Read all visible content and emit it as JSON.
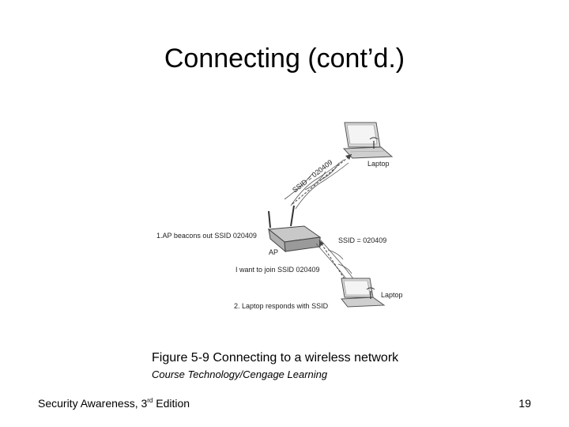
{
  "slide": {
    "title": "Connecting (cont’d.)",
    "caption": "Figure 5-9 Connecting to a wireless network",
    "credit": "Course Technology/Cengage Learning",
    "footer_text": "Security Awareness, 3",
    "footer_sup": "rd",
    "footer_text_end": " Edition",
    "page_number": "19"
  },
  "diagram": {
    "laptop_top_label": "Laptop",
    "laptop_bottom_label": "Laptop",
    "ap_label": "AP",
    "ssid_beacon": "SSID = 020409",
    "step1": "1.AP beacons out SSID 020409",
    "ssid_response": "SSID = 020409",
    "request": "I want to join SSID 020409",
    "step2": "2. Laptop responds with SSID"
  }
}
